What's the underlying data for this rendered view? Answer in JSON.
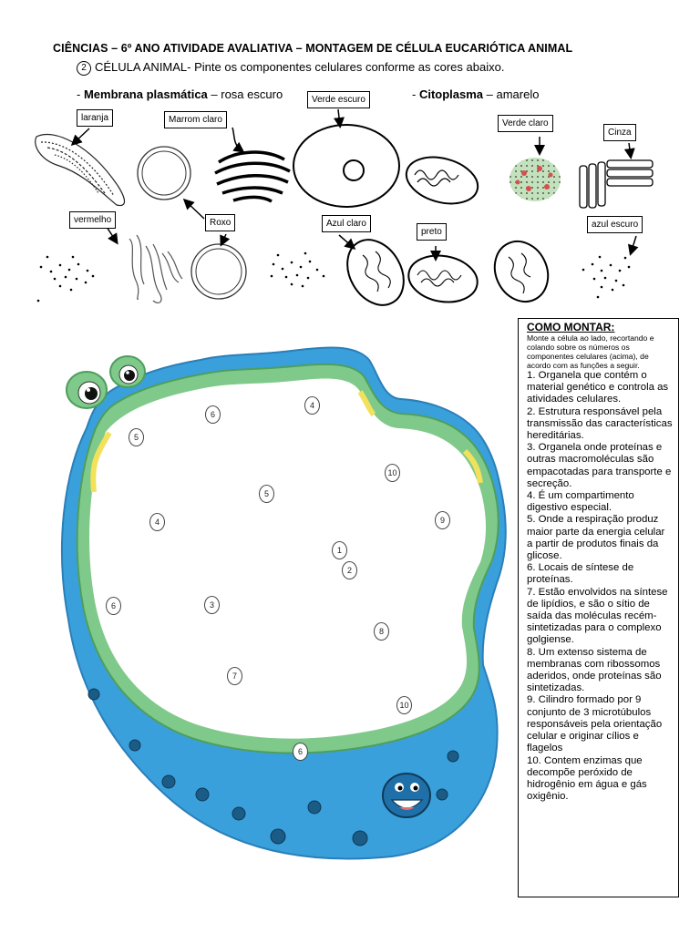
{
  "header": {
    "title": "CIÊNCIAS – 6º ANO    ATIVIDADE AVALIATIVA – MONTAGEM DE CÉLULA EUCARIÓTICA ANIMAL",
    "subtitle_number": "2",
    "subtitle_bold": "CÉLULA ANIMAL",
    "subtitle_rest": "- Pinte os componentes celulares conforme as cores abaixo."
  },
  "legend": {
    "membrane_prefix": "- ",
    "membrane_name": "Membrana plasmática",
    "membrane_color": " – rosa escuro",
    "cytoplasm_prefix": "- ",
    "cytoplasm_name": "Citoplasma",
    "cytoplasm_color": " – amarelo"
  },
  "color_labels": {
    "laranja": "laranja",
    "marrom_claro": "Marrom claro",
    "verde_escuro": "Verde escuro",
    "verde_claro": "Verde claro",
    "cinza": "Cinza",
    "vermelho": "vermelho",
    "roxo": "Roxo",
    "azul_claro": "Azul claro",
    "preto": "preto",
    "azul_escuro": "azul escuro"
  },
  "instructions": {
    "title": "COMO MONTAR:",
    "intro": "Monte a célula ao lado, recortando e colando sobre os números os componentes celulares (acima), de acordo com as funções a seguir.",
    "items": [
      "1. Organela que contém o material genético e controla as atividades celulares.",
      "2. Estrutura responsável pela transmissão das características hereditárias.",
      "3. Organela onde proteínas e outras macromoléculas são empacotadas para transporte e secreção.",
      "4. É um compartimento digestivo especial.",
      "5. Onde a respiração produz maior parte da energia celular a partir de produtos finais da glicose.",
      "6. Locais de síntese de proteínas.",
      "7. Estão envolvidos na síntese de lipídios, e são o sítio de saída das moléculas recém-sintetizadas para o complexo golgiense.",
      "8. Um extenso sistema de membranas com ribossomos aderidos, onde proteínas são sintetizadas.",
      "9. Cilindro formado por 9 conjunto de 3 microtúbulos responsáveis pela orientação celular e originar cílios e flagelos",
      "10. Contem enzimas que decompõe peróxido de hidrogênio em água e gás oxigênio."
    ]
  },
  "cell_numbers": [
    "6",
    "4",
    "5",
    "10",
    "5",
    "4",
    "9",
    "1",
    "2",
    "6",
    "3",
    "8",
    "7",
    "10",
    "6"
  ],
  "colors": {
    "membrane_outer": "#3aa0dc",
    "membrane_green": "#7fc98a",
    "yellow_rim": "#f2e15a",
    "bubble_dark": "#1a5c86"
  }
}
